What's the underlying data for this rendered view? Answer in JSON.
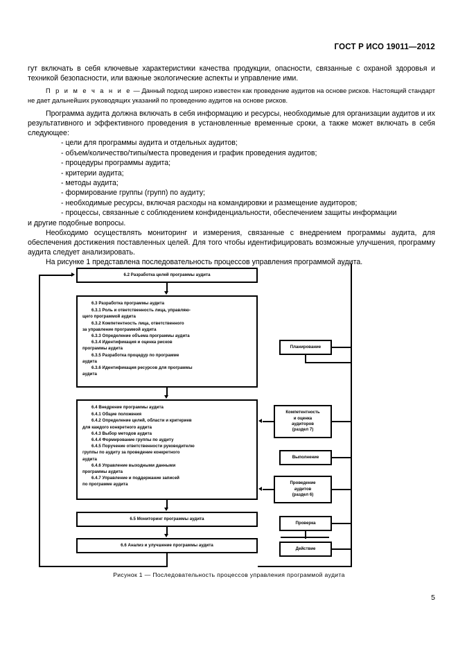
{
  "document": {
    "header": "ГОСТ Р ИСО 19011—2012",
    "page_number": "5"
  },
  "body": {
    "paragraph_continued": "гут включать в себя ключевые характеристики качества продукции, опасности, связанные с охраной здоровья и техникой безопасности, или важные экологические аспекты и управление ими.",
    "note_label": "П р и м е ч а н и е",
    "note_dash": " — ",
    "note_text": "Данный подход широко известен как проведение аудитов на основе рисков. Настоящий стандарт не дает дальнейших руководящих указаний по проведению аудитов на основе рисков.",
    "paragraph_program": "Программа аудита должна включать в себя информацию и ресурсы, необходимые для организации аудитов и их результативного и эффективного проведения в установленные временные сроки, а также может включать в себя следующее:",
    "list_items": [
      "- цели для программы аудита и отдельных аудитов;",
      "- объем/количество/типы/места проведения и график проведения аудитов;",
      "- процедуры программы аудита;",
      "- критерии аудита;",
      "- методы аудита;",
      "- формирование группы (групп) по аудиту;",
      "- необходимые ресурсы, включая расходы на командировки и размещение аудиторов;",
      "- процессы, связанные с соблюдением конфиденциальности, обеспечением защиты информации"
    ],
    "list_tail": "и другие подобные вопросы.",
    "paragraph_monitoring": "Необходимо осуществлять мониторинг и измерения, связанные с внедрением программы аудита, для обеспечения достижения поставленных целей. Для того чтобы идентифицировать возможные улучшения, программу аудита следует анализировать.",
    "paragraph_figure_ref": "На рисунке 1 представлена последовательность процессов управления программой аудита."
  },
  "figure": {
    "caption": "Рисунок  1 — Последовательность процессов управления программой аудита",
    "boxes": {
      "objectives": "6.2 Разработка целей программы аудита",
      "establishing": {
        "heading": "6.3 Разработка программы аудита",
        "lines": [
          "6.3.1 Роль и ответственность лица, управляю-",
          "щего программой аудита",
          "6.3.2 Компетентность лица, ответственного",
          "за управление программой аудита",
          "6.3.3 Определение объема программы аудита",
          "6.3.4 Идентификация и оценка рисков",
          "программы аудита",
          "6.3.5 Разработка процедур по программе",
          "аудита",
          "6.3.6 Идентификация ресурсов для программы",
          "аудита"
        ],
        "continuation_flags": [
          false,
          true,
          false,
          true,
          false,
          false,
          true,
          false,
          true,
          false,
          true
        ]
      },
      "implementing": {
        "heading": "6.4 Внедрение программы аудита",
        "lines": [
          "6.4.1 Общие положения",
          "6.4.2 Определение целей, области и критериев",
          "для каждого конкретного аудита",
          "6.4.3 Выбор методов аудита",
          "6.4.4 Формирование группы по аудиту",
          "6.4.5 Поручение ответственности руководителю",
          "группы по аудиту за проведение конкретного",
          "аудита",
          "6.4.6 Управление выходными данными",
          "программы аудита",
          "6.4.7 Управление и поддержание записей",
          "по программе аудита"
        ],
        "continuation_flags": [
          false,
          false,
          true,
          false,
          false,
          false,
          true,
          true,
          false,
          true,
          false,
          true
        ]
      },
      "monitoring": "6.5 Мониторинг программы аудита",
      "reviewing": "6.6 Анализ и улучшение программы аудита"
    },
    "side_boxes": {
      "plan": "Планирование",
      "competence": "Компетентность\nи оценка\nаудиторов\n(раздел 7)",
      "competence_lines": [
        "Компетентность",
        "и оценка",
        "аудиторов",
        "(раздел 7)"
      ],
      "do": "Выполнение",
      "conducting": "Проведение\nаудитов\n(раздел 6)",
      "conducting_lines": [
        "Проведение",
        "аудитов",
        "(раздел 6)"
      ],
      "check": "Проверка",
      "act": "Действие"
    }
  }
}
